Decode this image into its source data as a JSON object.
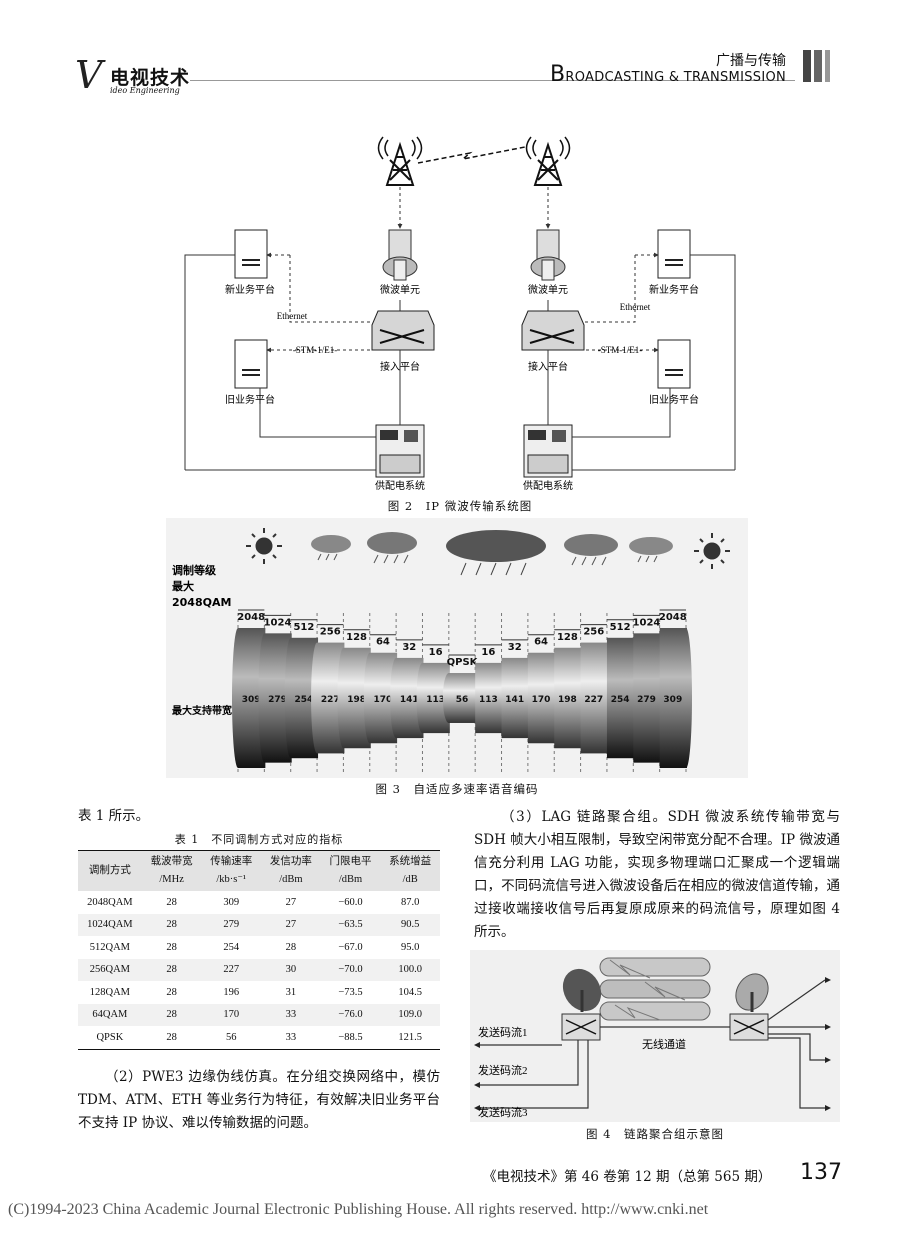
{
  "header": {
    "logo_letter": "V",
    "logo_name": "电视技术",
    "logo_sub": "ideo Engineering",
    "section_cn": "广播与传输",
    "section_en_initial": "B",
    "section_en_rest": "ROADCASTING & TRANSMISSION"
  },
  "fig2": {
    "caption": "图 2　IP 微波传输系统图",
    "labels": {
      "new_platform_l": "新业务平台",
      "new_platform_r": "新业务平台",
      "old_platform_l": "旧业务平台",
      "old_platform_r": "旧业务平台",
      "microwave_l": "微波单元",
      "microwave_r": "微波单元",
      "access_l": "接入平台",
      "access_r": "接入平台",
      "power_l": "供配电系统",
      "power_r": "供配电系统",
      "ethernet_l": "Ethernet",
      "ethernet_r": "Ethernet",
      "stm_l": "-STM-1/E1-",
      "stm_r": "-STM-1/E1-"
    }
  },
  "fig3": {
    "caption": "图 3　自适应多速率语音编码",
    "level_label_1": "调制等级",
    "level_label_2": "最大",
    "level_label_3": "2048QAM",
    "bandwidth_label": "最大支持带宽",
    "top_labels": [
      "2048",
      "1024",
      "512",
      "256",
      "128",
      "64",
      "32",
      "16",
      "QPSK",
      "16",
      "32",
      "64",
      "128",
      "256",
      "512",
      "1024",
      "2048"
    ],
    "bw_values": [
      "309",
      "279",
      "254",
      "227",
      "198",
      "170",
      "141",
      "113",
      "56",
      "113",
      "141",
      "170",
      "198",
      "227",
      "254",
      "279",
      "309"
    ]
  },
  "intro_text": "表 1 所示。",
  "table1": {
    "caption": "表 1　不同调制方式对应的指标",
    "headers": [
      [
        "调制方式",
        ""
      ],
      [
        "载波带宽",
        "/MHz"
      ],
      [
        "传输速率",
        "/kb·s⁻¹"
      ],
      [
        "发信功率",
        "/dBm"
      ],
      [
        "门限电平",
        "/dBm"
      ],
      [
        "系统增益",
        "/dB"
      ]
    ],
    "rows": [
      [
        "2048QAM",
        "28",
        "309",
        "27",
        "−60.0",
        "87.0"
      ],
      [
        "1024QAM",
        "28",
        "279",
        "27",
        "−63.5",
        "90.5"
      ],
      [
        "512QAM",
        "28",
        "254",
        "28",
        "−67.0",
        "95.0"
      ],
      [
        "256QAM",
        "28",
        "227",
        "30",
        "−70.0",
        "100.0"
      ],
      [
        "128QAM",
        "28",
        "196",
        "31",
        "−73.5",
        "104.5"
      ],
      [
        "64QAM",
        "28",
        "170",
        "33",
        "−76.0",
        "109.0"
      ],
      [
        "QPSK",
        "28",
        "56",
        "33",
        "−88.5",
        "121.5"
      ]
    ]
  },
  "para_left": "（2）PWE3 边缘伪线仿真。在分组交换网络中，模仿 TDM、ATM、ETH 等业务行为特征，有效解决旧业务平台不支持 IP 协议、难以传输数据的问题。",
  "para_right": "（3）LAG 链路聚合组。SDH 微波系统传输带宽与 SDH 帧大小相互限制，导致空闲带宽分配不合理。IP 微波通信充分利用 LAG 功能，实现多物理端口汇聚成一个逻辑端口，不同码流信号进入微波设备后在相应的微波信道传输，通过接收端接收信号后再复原成原来的码流信号，原理如图 4 所示。",
  "fig4": {
    "caption": "图 4　链路聚合组示意图",
    "stream1": "发送码流1",
    "stream2": "发送码流2",
    "stream3": "发送码流3",
    "channel": "无线通道"
  },
  "footer": {
    "source": "《电视技术》第 46 卷第 12 期（总第 565 期）",
    "page": "137",
    "copyright": "(C)1994-2023 China Academic Journal Electronic Publishing House. All rights reserved.    http://www.cnki.net"
  }
}
